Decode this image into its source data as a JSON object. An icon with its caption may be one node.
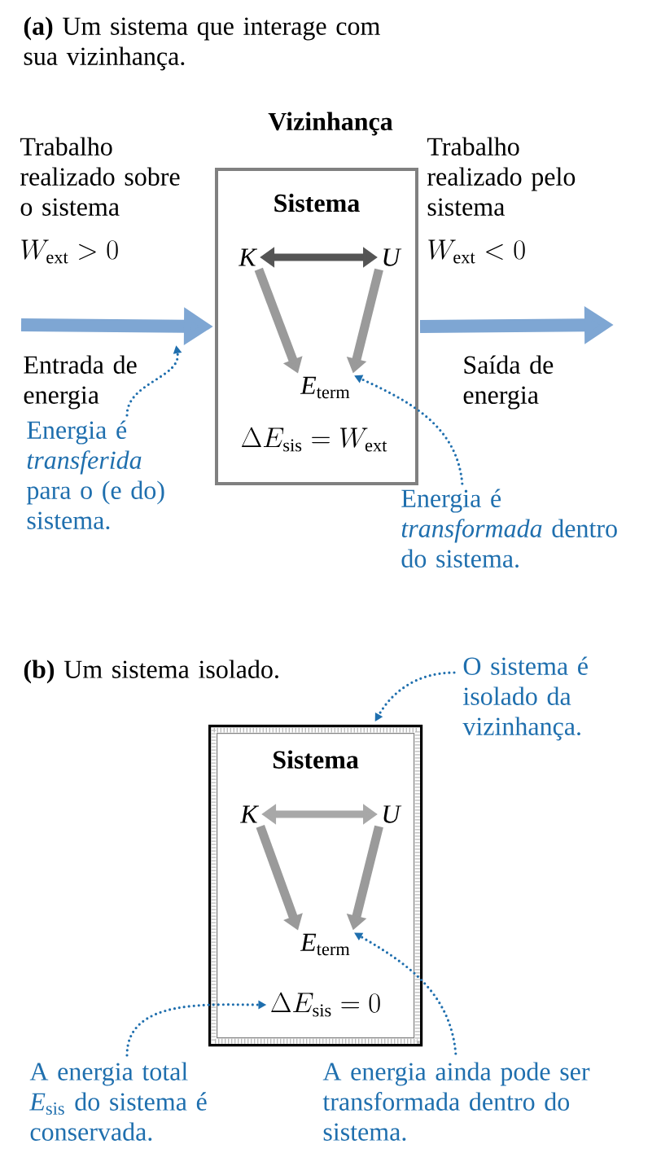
{
  "diagram": {
    "nodes": [
      {
        "text": [
          "Sistema"
        ]
      },
      {
        "text": [
          "K"
        ],
        "in": 0
      },
      {
        "text": [
          "U"
        ],
        "in": 0
      },
      {
        "text": [
          "*E*$_{term}$"
        ],
        "in": 0
      },
      {
        "text": [
          "\\Delta E_{\\mathrm{sis}} = W_{\\mathrm{ext}}"
        ],
        "in": 0
      },
      {
        "text": [
          "Energia é *transferida* para o (e do) sistema."
        ]
      },
      {
        "text": [
          "Energia é *transformada* dentro do sistema."
        ]
      },
      {
        "text": [
          "Sistema"
        ]
      },
      {
        "text": [
          "K"
        ],
        "in": 7
      },
      {
        "text": [
          "U"
        ],
        "in": 7
      },
      {
        "text": [
          "*E*$_{term}$"
        ],
        "in": 7
      },
      {
        "text": [
          "\\Delta E_{\\mathrm{sis}} = 0"
        ],
        "in": 7
      },
      {
        "text": [
          "O sistema é isolado da vizinhança."
        ]
      },
      {
        "text": [
          "A energia total *E*$_{sis}$ do sistema é conservada."
        ]
      },
      {
        "text": [
          "A energia ainda pode ser transformada dentro do sistema."
        ]
      }
    ],
    "edges": [
      {
        "from": 1,
        "to": 2,
        "arrow": "both",
        "color": "#555555"
      },
      {
        "from": 1,
        "to": 3,
        "arrow": "to",
        "color": "#9a9a9a"
      },
      {
        "from": 2,
        "to": 3,
        "arrow": "to",
        "color": "#9a9a9a"
      },
      {
        "from": null,
        "to": 0,
        "arrow": "to",
        "color": "#7ea6d3"
      },
      {
        "from": 0,
        "to": null,
        "arrow": "to",
        "color": "#7ea6d3"
      },
      {
        "from": 5,
        "to": null,
        "arrow": "to",
        "style": "dashed",
        "color": "#1f6fae"
      },
      {
        "from": 6,
        "to": 3,
        "arrow": "to",
        "style": "dashed",
        "color": "#1f6fae"
      },
      {
        "from": 8,
        "to": 9,
        "arrow": "both",
        "color": "#a8a8a8"
      },
      {
        "from": 8,
        "to": 10,
        "arrow": "to",
        "color": "#9a9a9a"
      },
      {
        "from": 9,
        "to": 10,
        "arrow": "to",
        "color": "#9a9a9a"
      },
      {
        "from": 12,
        "to": 7,
        "arrow": "to",
        "style": "dashed",
        "color": "#1f6fae"
      },
      {
        "from": 13,
        "to": 11,
        "arrow": "to",
        "style": "dashed",
        "color": "#1f6fae"
      },
      {
        "from": 14,
        "to": 10,
        "arrow": "to",
        "style": "dashed",
        "color": "#1f6fae"
      }
    ],
    "labels": [
      "**(a)** Um sistema que interage com sua vizinhança.",
      "Vizinhança",
      "Trabalho realizado sobre o sistema",
      "W_{\\mathrm{ext}} > 0",
      "Trabalho realizado pelo sistema",
      "W_{\\mathrm{ext}} < 0",
      "Entrada de energia",
      "Saída de energia",
      "**(b)** Um sistema isolado."
    ]
  }
}
